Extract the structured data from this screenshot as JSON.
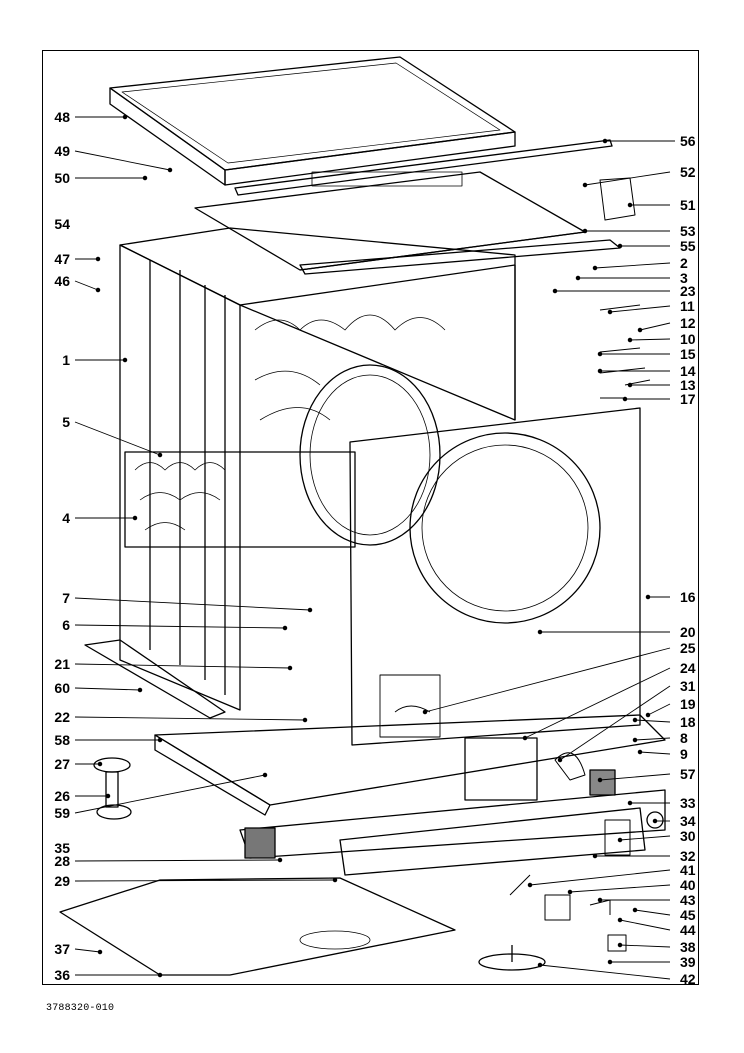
{
  "diagram": {
    "labels_left": [
      "48",
      "49",
      "50",
      "54",
      "47",
      "46",
      "1",
      "5",
      "4",
      "7",
      "6",
      "21",
      "60",
      "22",
      "58",
      "27",
      "26",
      "59",
      "35",
      "28",
      "29",
      "37",
      "36"
    ],
    "labels_right": [
      "56",
      "52",
      "51",
      "53",
      "55",
      "2",
      "3",
      "23",
      "11",
      "12",
      "10",
      "15",
      "14",
      "13",
      "17",
      "16",
      "20",
      "25",
      "24",
      "31",
      "19",
      "18",
      "8",
      "9",
      "57",
      "33",
      "34",
      "30",
      "32",
      "41",
      "40",
      "43",
      "45",
      "44",
      "38",
      "39",
      "42"
    ]
  },
  "document_number": "3788320-010"
}
